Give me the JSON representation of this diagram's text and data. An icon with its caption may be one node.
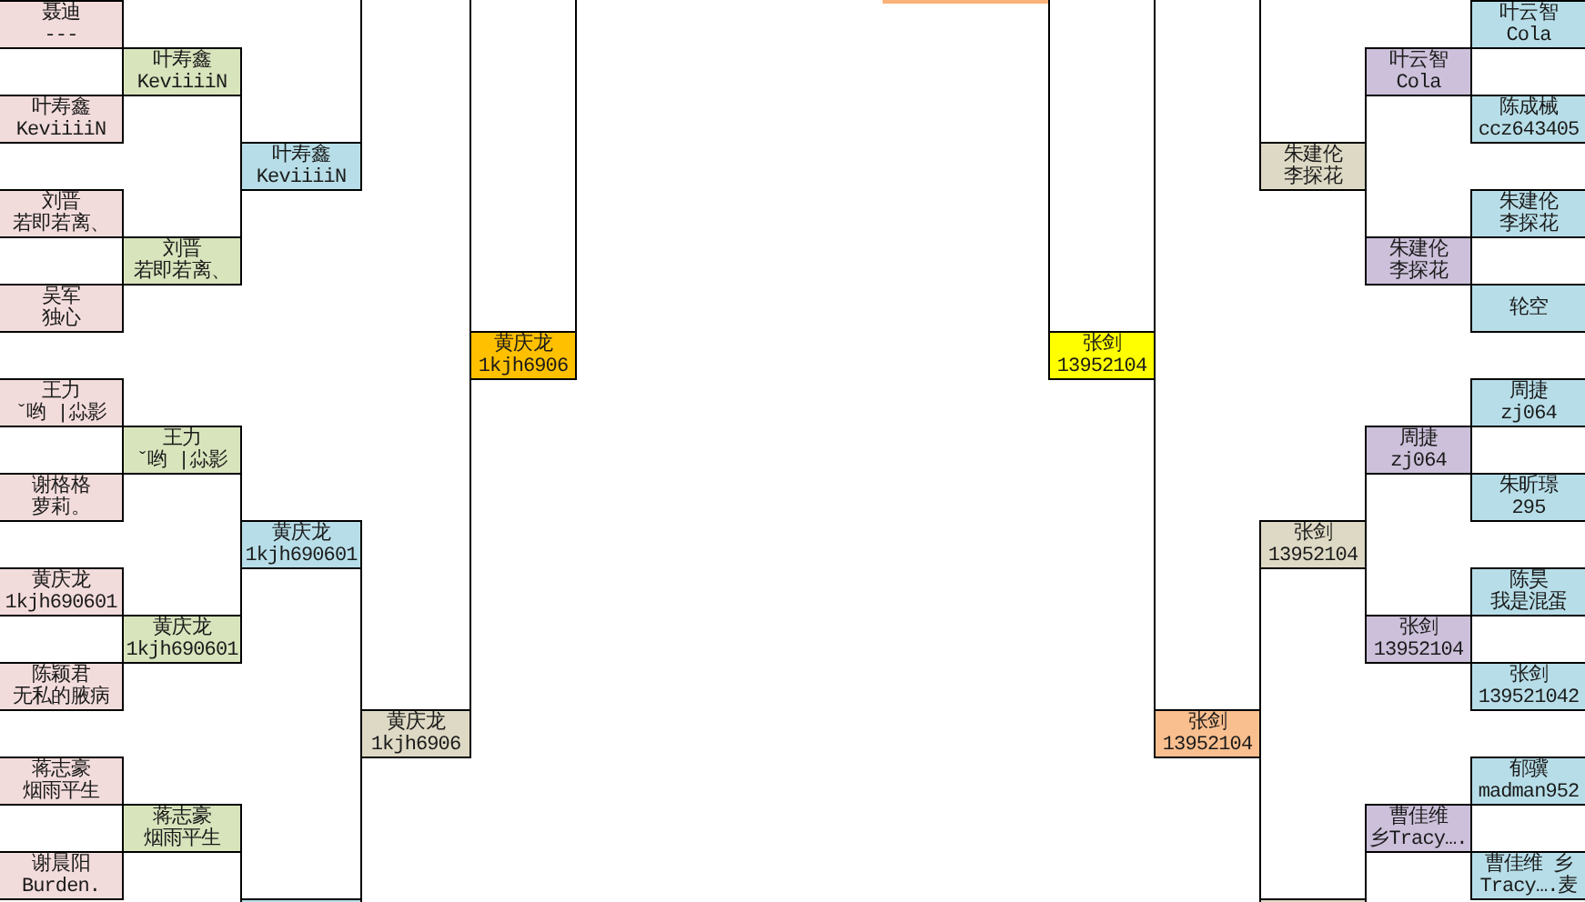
{
  "diagram": {
    "nodes": [
      {
        "text": [
          "聂迪",
          "---"
        ]
      },
      {
        "text": [
          "叶寿鑫",
          "KeviiiiN"
        ]
      },
      {
        "text": [
          "刘晋",
          "若即若离、"
        ]
      },
      {
        "text": [
          "吴军",
          "独心"
        ]
      },
      {
        "text": [
          "王力",
          "ˇ哟 |尛影"
        ]
      },
      {
        "text": [
          "谢格格",
          "萝莉。"
        ]
      },
      {
        "text": [
          "黄庆龙",
          "1kjh690601"
        ]
      },
      {
        "text": [
          "陈颖君",
          "无私的腋病"
        ]
      },
      {
        "text": [
          "蒋志豪",
          "烟雨平生"
        ]
      },
      {
        "text": [
          "谢晨阳",
          "Burden."
        ]
      },
      {
        "text": [
          "叶寿鑫",
          "KeviiiiN"
        ]
      },
      {
        "text": [
          "刘晋",
          "若即若离、"
        ]
      },
      {
        "text": [
          "王力",
          "ˇ哟 |尛影"
        ]
      },
      {
        "text": [
          "黄庆龙",
          "1kjh690601"
        ]
      },
      {
        "text": [
          "蒋志豪",
          "烟雨平生"
        ]
      },
      {
        "text": [
          "叶寿鑫",
          "KeviiiiN"
        ]
      },
      {
        "text": [
          "黄庆龙",
          "1kjh690601"
        ]
      },
      {
        "text": [],
        "shape": "box"
      },
      {
        "text": [
          "黄庆龙",
          "1kjh6906"
        ]
      },
      {
        "text": [
          "黄庆龙",
          "1kjh6906"
        ]
      },
      {
        "text": [
          "张剑",
          "13952104"
        ]
      },
      {
        "text": [
          "张剑",
          "13952104"
        ]
      },
      {
        "text": [
          "朱建伦",
          "李探花"
        ]
      },
      {
        "text": [
          "张剑",
          "13952104"
        ]
      },
      {
        "text": [],
        "shape": "box"
      },
      {
        "text": [
          "叶云智",
          "Cola"
        ]
      },
      {
        "text": [
          "朱建伦",
          "李探花"
        ]
      },
      {
        "text": [
          "周捷",
          "zj064"
        ]
      },
      {
        "text": [
          "张剑",
          "13952104"
        ]
      },
      {
        "text": [
          "曹佳维",
          "乡Tracy…."
        ]
      },
      {
        "text": [
          "叶云智",
          "Cola"
        ]
      },
      {
        "text": [
          "陈成械",
          "ccz643405"
        ]
      },
      {
        "text": [
          "朱建伦",
          "李探花"
        ]
      },
      {
        "text": [
          "轮空"
        ]
      },
      {
        "text": [
          "周捷",
          "zj064"
        ]
      },
      {
        "text": [
          "朱昕璟",
          "295"
        ]
      },
      {
        "text": [
          "陈昊",
          "我是混蛋"
        ]
      },
      {
        "text": [
          "张剑",
          "139521042"
        ]
      },
      {
        "text": [
          "郁骥",
          "madman952"
        ]
      },
      {
        "text": [
          "曹佳维 乡",
          "Tracy….麦"
        ]
      }
    ],
    "edges": [
      {
        "from": 10,
        "to": 15,
        "arrow": "none"
      },
      {
        "from": 11,
        "to": 15,
        "arrow": "none"
      },
      {
        "from": 12,
        "to": 16,
        "arrow": "none"
      },
      {
        "from": 13,
        "to": 16,
        "arrow": "none"
      },
      {
        "from": 14,
        "to": 17,
        "arrow": "none"
      },
      {
        "from": 15,
        "to": null,
        "arrow": "none"
      },
      {
        "from": 16,
        "to": 18,
        "arrow": "none"
      },
      {
        "from": 17,
        "to": 18,
        "arrow": "none"
      },
      {
        "from": null,
        "to": 19,
        "arrow": "none"
      },
      {
        "from": 18,
        "to": 19,
        "arrow": "none"
      },
      {
        "from": 19,
        "to": null,
        "arrow": "none"
      },
      {
        "from": 20,
        "to": null,
        "arrow": "none"
      },
      {
        "from": null,
        "to": 20,
        "arrow": "none"
      },
      {
        "from": 21,
        "to": 20,
        "arrow": "none"
      },
      {
        "from": 22,
        "to": null,
        "arrow": "none"
      },
      {
        "from": 23,
        "to": 21,
        "arrow": "none"
      },
      {
        "from": 24,
        "to": 21,
        "arrow": "none"
      },
      {
        "from": 25,
        "to": 22,
        "arrow": "none"
      },
      {
        "from": 26,
        "to": 22,
        "arrow": "none"
      },
      {
        "from": 27,
        "to": 23,
        "arrow": "none"
      },
      {
        "from": 28,
        "to": 23,
        "arrow": "none"
      },
      {
        "from": 29,
        "to": 24,
        "arrow": "none"
      }
    ]
  }
}
